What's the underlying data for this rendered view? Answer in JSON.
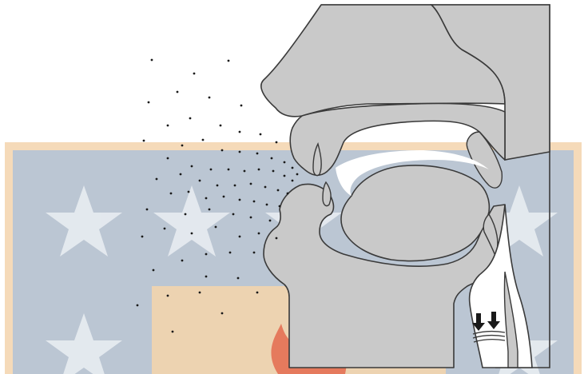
{
  "diagram": {
    "subject": "sagittal-section-head-vocal-tract",
    "airflow": "outward-through-lips",
    "arrows": {
      "count": 2,
      "direction": "down"
    }
  },
  "colors": {
    "background": "#ffffff",
    "tissue_fill": "#c9c9c9",
    "tissue_stroke": "#3a3a3a",
    "airway_fill": "#ffffff",
    "particle": "#1a1a1a",
    "watermark_blue": "#b7c5d4",
    "watermark_orange": "#f3d4ad",
    "watermark_flame": "#e36a4f",
    "watermark_star": "#e8ecf1"
  },
  "icons": {
    "arrow": "arrow-down-icon",
    "star": "star-icon",
    "flame": "flame-icon"
  }
}
